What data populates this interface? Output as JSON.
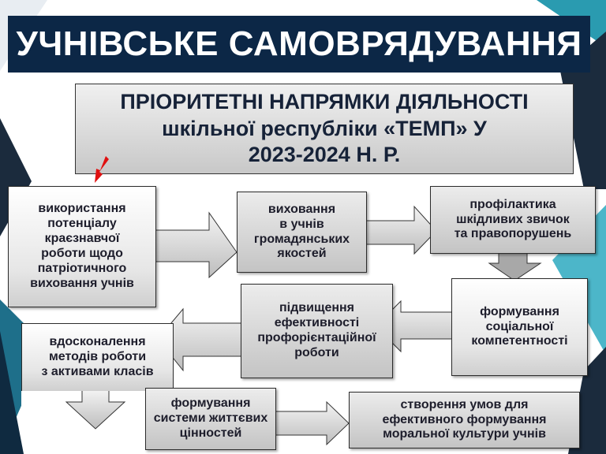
{
  "title": "УЧНІВСЬКЕ САМОВРЯДУВАННЯ",
  "subtitle": {
    "line1": "ПРІОРИТЕТНІ НАПРЯМКИ ДІЯЛЬНОСТІ",
    "line2": "шкільної республіки «ТЕМП» У",
    "line3": "2023-2024 Н. Р."
  },
  "boxes": [
    "використання\nпотенціалу\nкраєзнавчої\nроботи щодо\nпатріотичного\nвиховання учнів",
    "виховання\nв учнів\nгромадянських\nякостей",
    "профілактика\nшкідливих звичок\nта правопорушень",
    "формування\nсоціальної\nкомпетентності",
    "підвищення\nефективності\nпрофорієнтаційної\nроботи",
    "вдосконалення\nметодів роботи\nз активами класів",
    "формування\nсистеми життєвих\nцінностей",
    "створення умов для\nефективного формування\nморальної культури учнів"
  ],
  "colors": {
    "banner": "#0c2746",
    "pointer": "#e01010",
    "box_fill": "#d8d8d8"
  }
}
